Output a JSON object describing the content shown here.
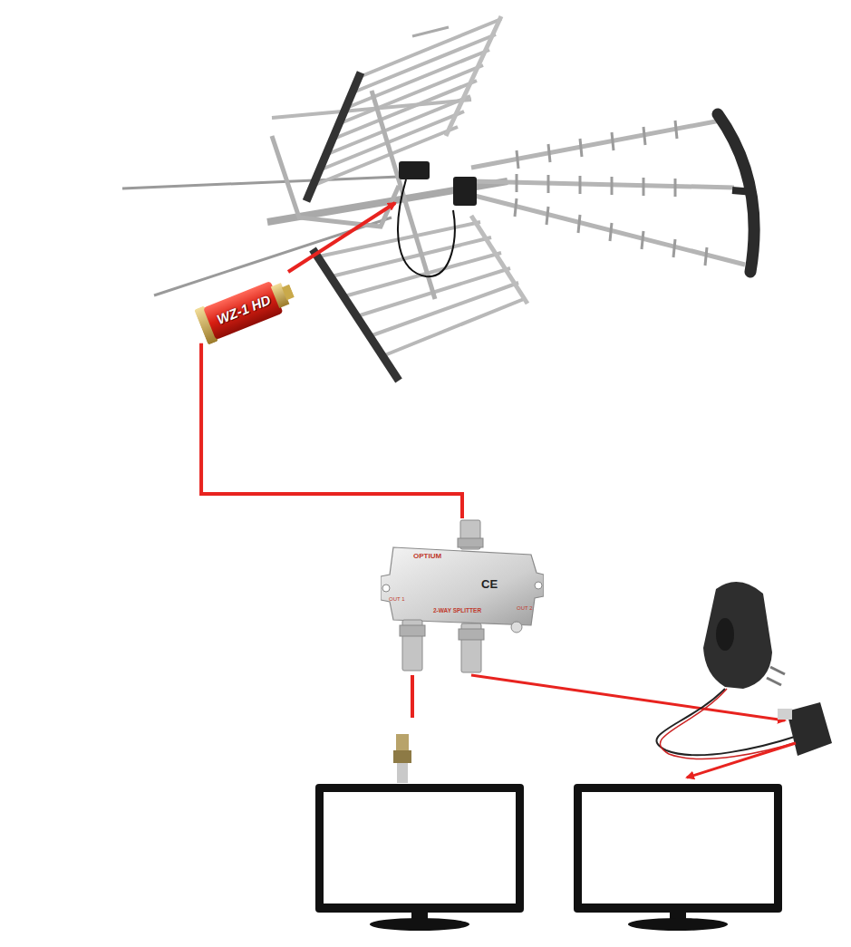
{
  "diagram": {
    "nodes": [
      {
        "text": [
          "WZ-1 HD"
        ]
      },
      {
        "text": [
          "OPTIUM",
          "CE",
          "2-WAY SPLITTER",
          "OUT 1",
          "OUT 2"
        ]
      }
    ],
    "edges": [
      {
        "from": 0,
        "to": 1,
        "arrow": "none"
      }
    ]
  }
}
